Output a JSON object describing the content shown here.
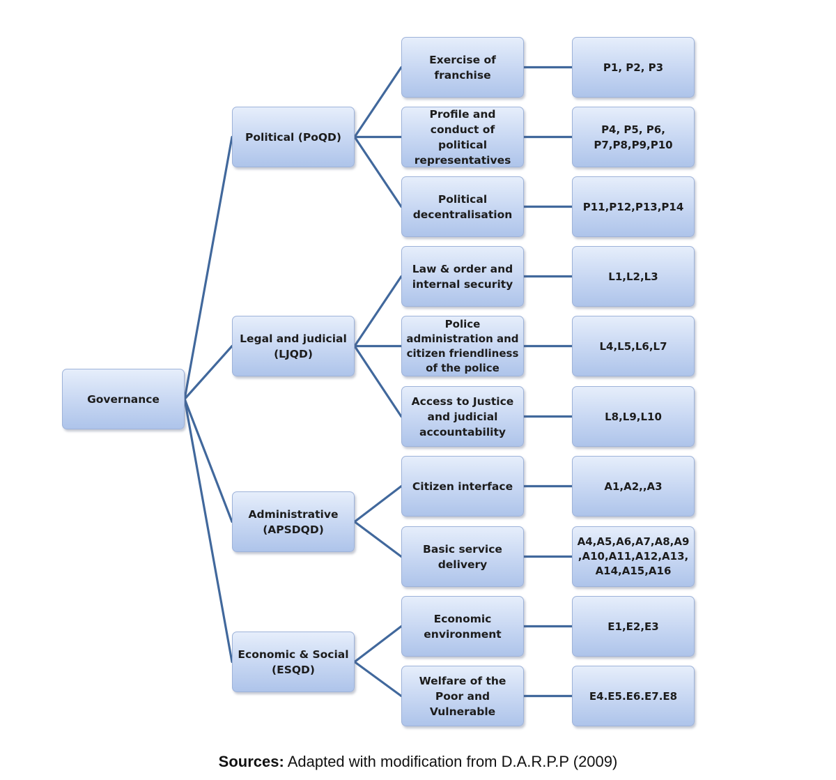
{
  "diagram": {
    "root": {
      "label": "Governance"
    },
    "dimensions": [
      {
        "label": "Political (PoQD)",
        "children": [
          {
            "label": "Exercise of\nfranchise",
            "indicators": "P1, P2, P3"
          },
          {
            "label": "Profile and\nconduct of political\nrepresentatives",
            "indicators": "P4, P5, P6,\nP7,P8,P9,P10"
          },
          {
            "label": "Political\ndecentralisation",
            "indicators": "P11,P12,P13,P14"
          }
        ]
      },
      {
        "label": "Legal and judicial\n(LJQD)",
        "children": [
          {
            "label": "Law & order and\ninternal security",
            "indicators": "L1,L2,L3"
          },
          {
            "label": "Police\nadministration and\ncitizen friendliness\nof the police",
            "indicators": "L4,L5,L6,L7"
          },
          {
            "label": "Access to Justice\nand judicial\naccountability",
            "indicators": "L8,L9,L10"
          }
        ]
      },
      {
        "label": "Administrative\n(APSDQD)",
        "children": [
          {
            "label": "Citizen interface",
            "indicators": "A1,A2,,A3"
          },
          {
            "label": "Basic service\ndelivery",
            "indicators": "A4,A5,A6,A7,A8,A9\n,A10,A11,A12,A13,\nA14,A15,A16"
          }
        ]
      },
      {
        "label": "Economic & Social\n(ESQD)",
        "children": [
          {
            "label": "Economic\nenvironment",
            "indicators": "E1,E2,E3"
          },
          {
            "label": "Welfare of the\nPoor and\nVulnerable",
            "indicators": "E4.E5.E6.E7.E8"
          }
        ]
      }
    ]
  },
  "caption": {
    "prefix": "Sources:",
    "text": " Adapted with modification from D.A.R.P.P (2009)"
  },
  "colors": {
    "connector": "#41689c",
    "box_top": "#e6eefb",
    "box_bottom": "#aec4ea",
    "box_border": "#9db2d9"
  }
}
